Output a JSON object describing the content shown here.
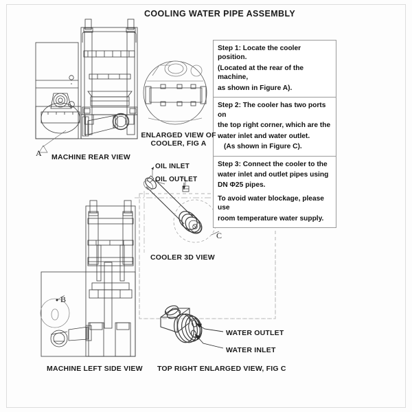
{
  "title": "COOLING WATER PIPE ASSEMBLY",
  "steps": [
    {
      "id": "step-1",
      "lines": [
        "Step 1: Locate the cooler position.",
        "(Located at the rear of the machine,",
        "as shown in Figure A)."
      ]
    },
    {
      "id": "step-2",
      "lines": [
        "Step 2: The cooler has two ports on",
        "the top right corner, which are the",
        "water inlet and water outlet."
      ],
      "note": "(As shown in Figure C)."
    },
    {
      "id": "step-3",
      "lines": [
        "Step 3: Connect the cooler to the",
        "water inlet and outlet pipes using",
        "DN Φ25 pipes."
      ],
      "note2_lines": [
        "To avoid water blockage, please use",
        "room temperature water supply."
      ]
    }
  ],
  "view_labels": {
    "machine_rear": "MACHINE REAR VIEW",
    "enlarged_cooler": "ENLARGED VIEW OF COOLER, FIG A",
    "cooler_3d": "COOLER 3D VIEW",
    "machine_left": "MACHINE LEFT SIDE VIEW",
    "top_right_fig_c": "TOP RIGHT ENLARGED VIEW, FIG C"
  },
  "part_labels": {
    "oil_inlet": "OIL INLET",
    "oil_outlet": "OIL OUTLET",
    "water_outlet": "WATER OUTLET",
    "water_inlet": "WATER INLET"
  },
  "callouts": {
    "a": "A",
    "b": "B",
    "c": "C"
  },
  "colors": {
    "line": "#3a3a3a",
    "light_line": "#9a9a9a",
    "text": "#111111",
    "background": "#fdfdfd",
    "border": "#dcdcdc"
  }
}
